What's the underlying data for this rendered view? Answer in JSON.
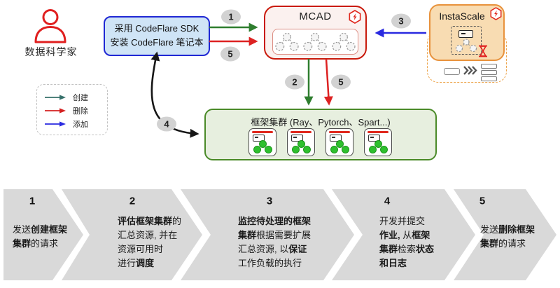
{
  "actor": {
    "label": "数据科学家"
  },
  "legend": {
    "items": [
      {
        "name": "create",
        "label": "创建",
        "color": "#36706a"
      },
      {
        "name": "delete",
        "label": "删除",
        "color": "#d42020"
      },
      {
        "name": "add",
        "label": "添加",
        "color": "#2a2ae0"
      }
    ]
  },
  "nodes": {
    "sdk": {
      "lines": [
        "采用 CodeFlare SDK",
        "安装 CodeFlare 笔记本"
      ]
    },
    "mcad": {
      "title": "MCAD"
    },
    "instascale": {
      "title": "InstaScale"
    },
    "framework": {
      "title": "框架集群 (Ray、Pytorch、Spart...)"
    }
  },
  "badges": {
    "b1": "1",
    "b5_top": "5",
    "b3": "3",
    "b2": "2",
    "b5_mid": "5",
    "b4": "4"
  },
  "colors": {
    "create_green": "#2f7e2f",
    "delete_red": "#dd2222",
    "add_blue": "#2a2ae0",
    "brand_red": "#e0281e",
    "sdk_border": "#2028d4",
    "mcad_border": "#c9190b",
    "instascale_border": "#e8923c",
    "framework_border": "#4a8a28",
    "chevron_gray": "#d9d9d9"
  },
  "steps": [
    {
      "number": "1",
      "lines": [
        [
          {
            "t": "发送",
            "b": false
          },
          {
            "t": "创建框架",
            "b": true
          }
        ],
        [
          {
            "t": "集群",
            "b": true
          },
          {
            "t": "的请求",
            "b": false
          }
        ]
      ]
    },
    {
      "number": "2",
      "lines": [
        [
          {
            "t": "评估框架集群",
            "b": true
          },
          {
            "t": "的",
            "b": false
          }
        ],
        [
          {
            "t": "汇总资源, 并在",
            "b": false
          }
        ],
        [
          {
            "t": "资源可用时",
            "b": false
          }
        ],
        [
          {
            "t": "进行",
            "b": false
          },
          {
            "t": "调度",
            "b": true
          }
        ]
      ]
    },
    {
      "number": "3",
      "lines": [
        [
          {
            "t": "监控待处理的框架",
            "b": true
          }
        ],
        [
          {
            "t": "集群",
            "b": true
          },
          {
            "t": "根据需要扩展",
            "b": false
          }
        ],
        [
          {
            "t": "汇总资源, 以",
            "b": false
          },
          {
            "t": "保证",
            "b": true
          }
        ],
        [
          {
            "t": "工作负载的执行",
            "b": false
          }
        ]
      ]
    },
    {
      "number": "4",
      "lines": [
        [
          {
            "t": "开发并提交",
            "b": false
          }
        ],
        [
          {
            "t": "作业,",
            "b": true
          },
          {
            "t": " 从",
            "b": false
          },
          {
            "t": "框架",
            "b": true
          }
        ],
        [
          {
            "t": "集群",
            "b": true
          },
          {
            "t": "检索",
            "b": false
          },
          {
            "t": "状态",
            "b": true
          }
        ],
        [
          {
            "t": "和日志",
            "b": true
          }
        ]
      ]
    },
    {
      "number": "5",
      "lines": [
        [
          {
            "t": "发送",
            "b": false
          },
          {
            "t": "删除框架",
            "b": true
          }
        ],
        [
          {
            "t": "集群",
            "b": true
          },
          {
            "t": "的请求",
            "b": false
          }
        ]
      ]
    }
  ]
}
